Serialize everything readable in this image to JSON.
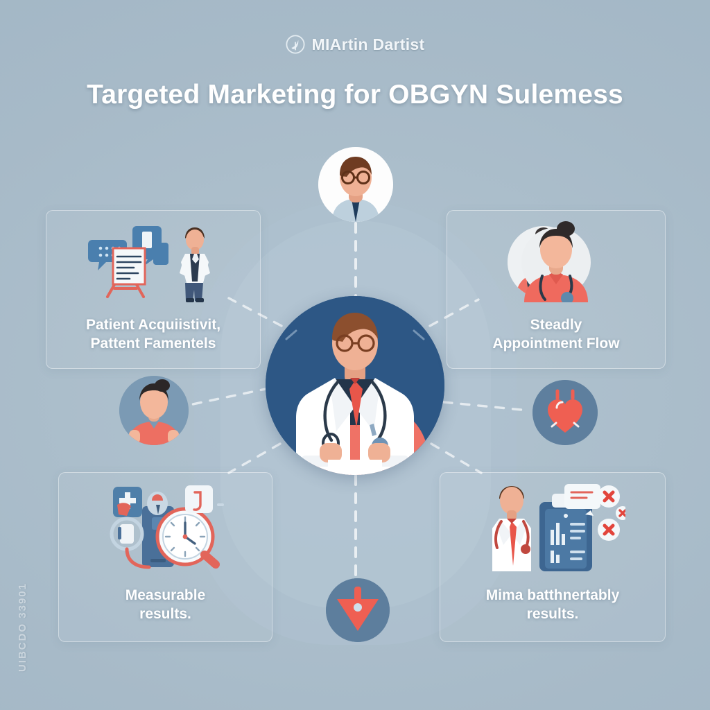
{
  "header": {
    "brand_name": "MIArtin Dartist",
    "brand_logo_icon": "circular-leaf-emblem-icon",
    "title": "Targeted Marketing for OBGYN Sulemess"
  },
  "colors": {
    "background": "#a9bdcb",
    "center_circle": "#2d5785",
    "accent_red": "#e8564a",
    "accent_coral": "#ef7266",
    "card_border": "#ffffff",
    "node_blue": "#5d7e9d",
    "text_white": "#ffffff",
    "skin": "#efb195",
    "navy": "#1f3c5c"
  },
  "center": {
    "name": "central-doctor-illustration",
    "description": "Doctor in white lab coat with red tie, stethoscope and glasses"
  },
  "cards": [
    {
      "id": "card-tl",
      "label": "Patient Acquiistivit,\nPattent Famentels",
      "art_name": "presentation-easel-illustration",
      "art_description": "Man presenting at an easel with document, speech bubbles and clipboard"
    },
    {
      "id": "card-tr",
      "label": "Steadly\nAppointment Flow",
      "art_name": "nurse-avatar-illustration",
      "art_description": "Female nurse with hair bun, coral scrubs and stethoscope"
    },
    {
      "id": "card-bl",
      "label": "Measurable\nresults.",
      "art_name": "medical-metrics-illustration",
      "art_description": "Clock gauge, magnifier, medical devices and charts"
    },
    {
      "id": "card-br",
      "label": "Mima batthnertably\nresults.",
      "art_name": "doctor-clipboard-illustration",
      "art_description": "Doctor with stethoscope beside clipboard chart and red X badges"
    }
  ],
  "nodes": [
    {
      "id": "node-top",
      "icon": "man-with-glasses-avatar-icon"
    },
    {
      "id": "node-right",
      "icon": "nurse-avatar-icon"
    },
    {
      "id": "node-left",
      "icon": "woman-in-scrubs-avatar-icon"
    },
    {
      "id": "node-heart",
      "icon": "heart-stethoscope-icon"
    },
    {
      "id": "node-bottom",
      "icon": "down-arrow-icon"
    }
  ],
  "watermark": {
    "text": "UIBCDO 33901"
  }
}
